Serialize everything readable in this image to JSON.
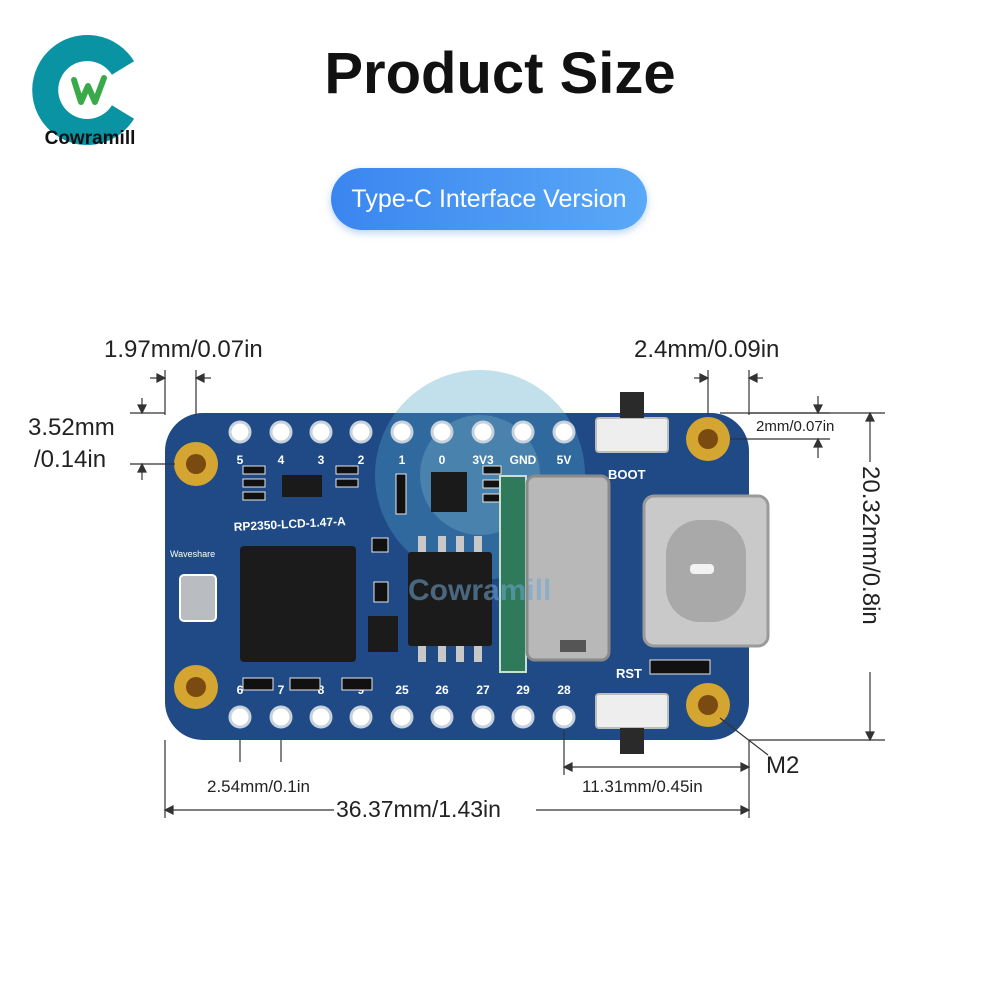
{
  "brand": {
    "name": "Cowramill",
    "watermark": "Cowramill"
  },
  "header": {
    "title": "Product Size",
    "version_label": "Type-C Interface Version"
  },
  "board": {
    "model": "RP2350-LCD-1.47-A",
    "maker": "Waveshare",
    "top_pins": [
      "5",
      "4",
      "3",
      "2",
      "1",
      "0",
      "3V3",
      "GND",
      "5V"
    ],
    "bottom_pins": [
      "6",
      "7",
      "8",
      "9",
      "25",
      "26",
      "27",
      "29",
      "28"
    ],
    "buttons": [
      "BOOT",
      "RST"
    ],
    "colors": {
      "pcb": "#1f4a86",
      "pad": "#d4a531",
      "accent": "#3a86f0"
    }
  },
  "dimensions": {
    "pin_edge": "1.97mm/0.07in",
    "hole_offset_top": "3.52mm",
    "hole_offset_top_in": "/0.14in",
    "button_offset": "2.4mm/0.09in",
    "hole_edge": "2mm/0.07in",
    "height": "20.32mm/0.8in",
    "pin_pitch": "2.54mm/0.1in",
    "connector_span": "11.31mm/0.45in",
    "width": "36.37mm/1.43in",
    "mount_hole": "M2"
  }
}
